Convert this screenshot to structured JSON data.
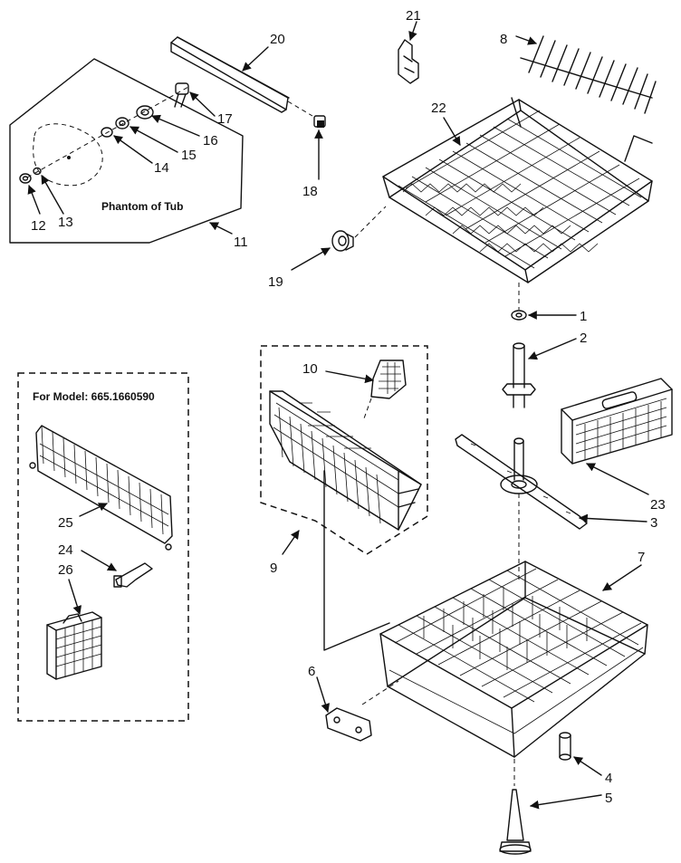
{
  "callouts": {
    "c1": "1",
    "c2": "2",
    "c3": "3",
    "c4": "4",
    "c5": "5",
    "c6": "6",
    "c7": "7",
    "c8": "8",
    "c9": "9",
    "c10": "10",
    "c11": "11",
    "c12": "12",
    "c13": "13",
    "c14": "14",
    "c15": "15",
    "c16": "16",
    "c17": "17",
    "c18": "18",
    "c19": "19",
    "c20": "20",
    "c21": "21",
    "c22": "22",
    "c23": "23",
    "c24": "24",
    "c25": "25",
    "c26": "26"
  },
  "tub_label": "Phantom of Tub",
  "model_box_label": "For Model:  665.1660590"
}
